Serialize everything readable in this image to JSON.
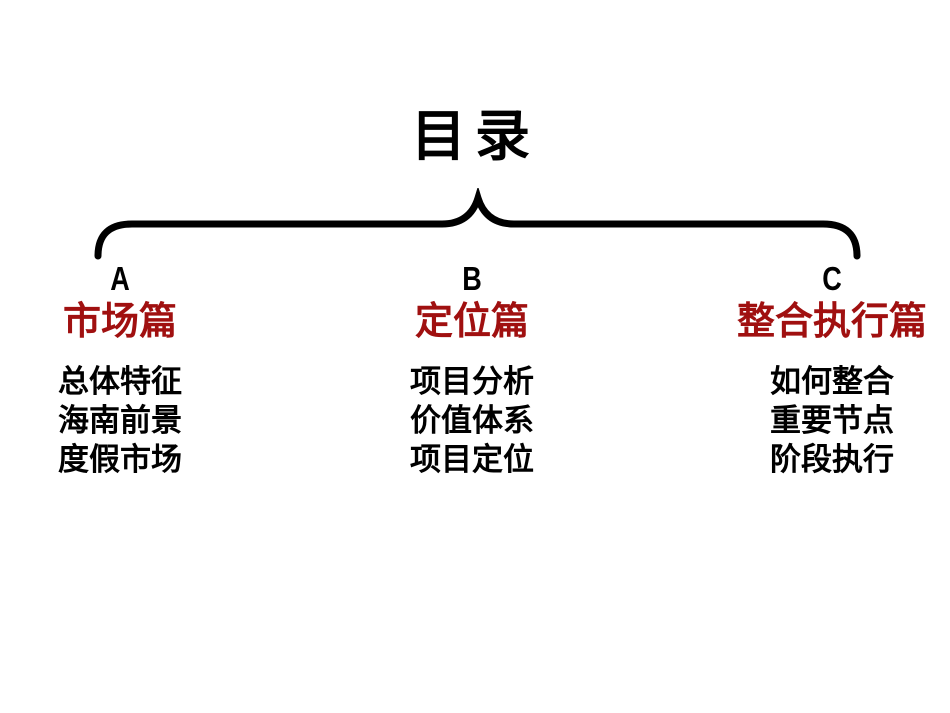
{
  "slide": {
    "title": "目录",
    "sections": [
      {
        "letter": "A",
        "title": "市场篇",
        "items": [
          "总体特征",
          "海南前景",
          "度假市场"
        ]
      },
      {
        "letter": "B",
        "title": "定位篇",
        "items": [
          "项目分析",
          "价值体系",
          "项目定位"
        ]
      },
      {
        "letter": "C",
        "title": "整合执行篇",
        "items": [
          "如何整合",
          "重要节点",
          "阶段执行"
        ]
      }
    ]
  },
  "colors": {
    "accent_red": "#A01010",
    "text": "#000000",
    "background": "#FFFFFF"
  }
}
